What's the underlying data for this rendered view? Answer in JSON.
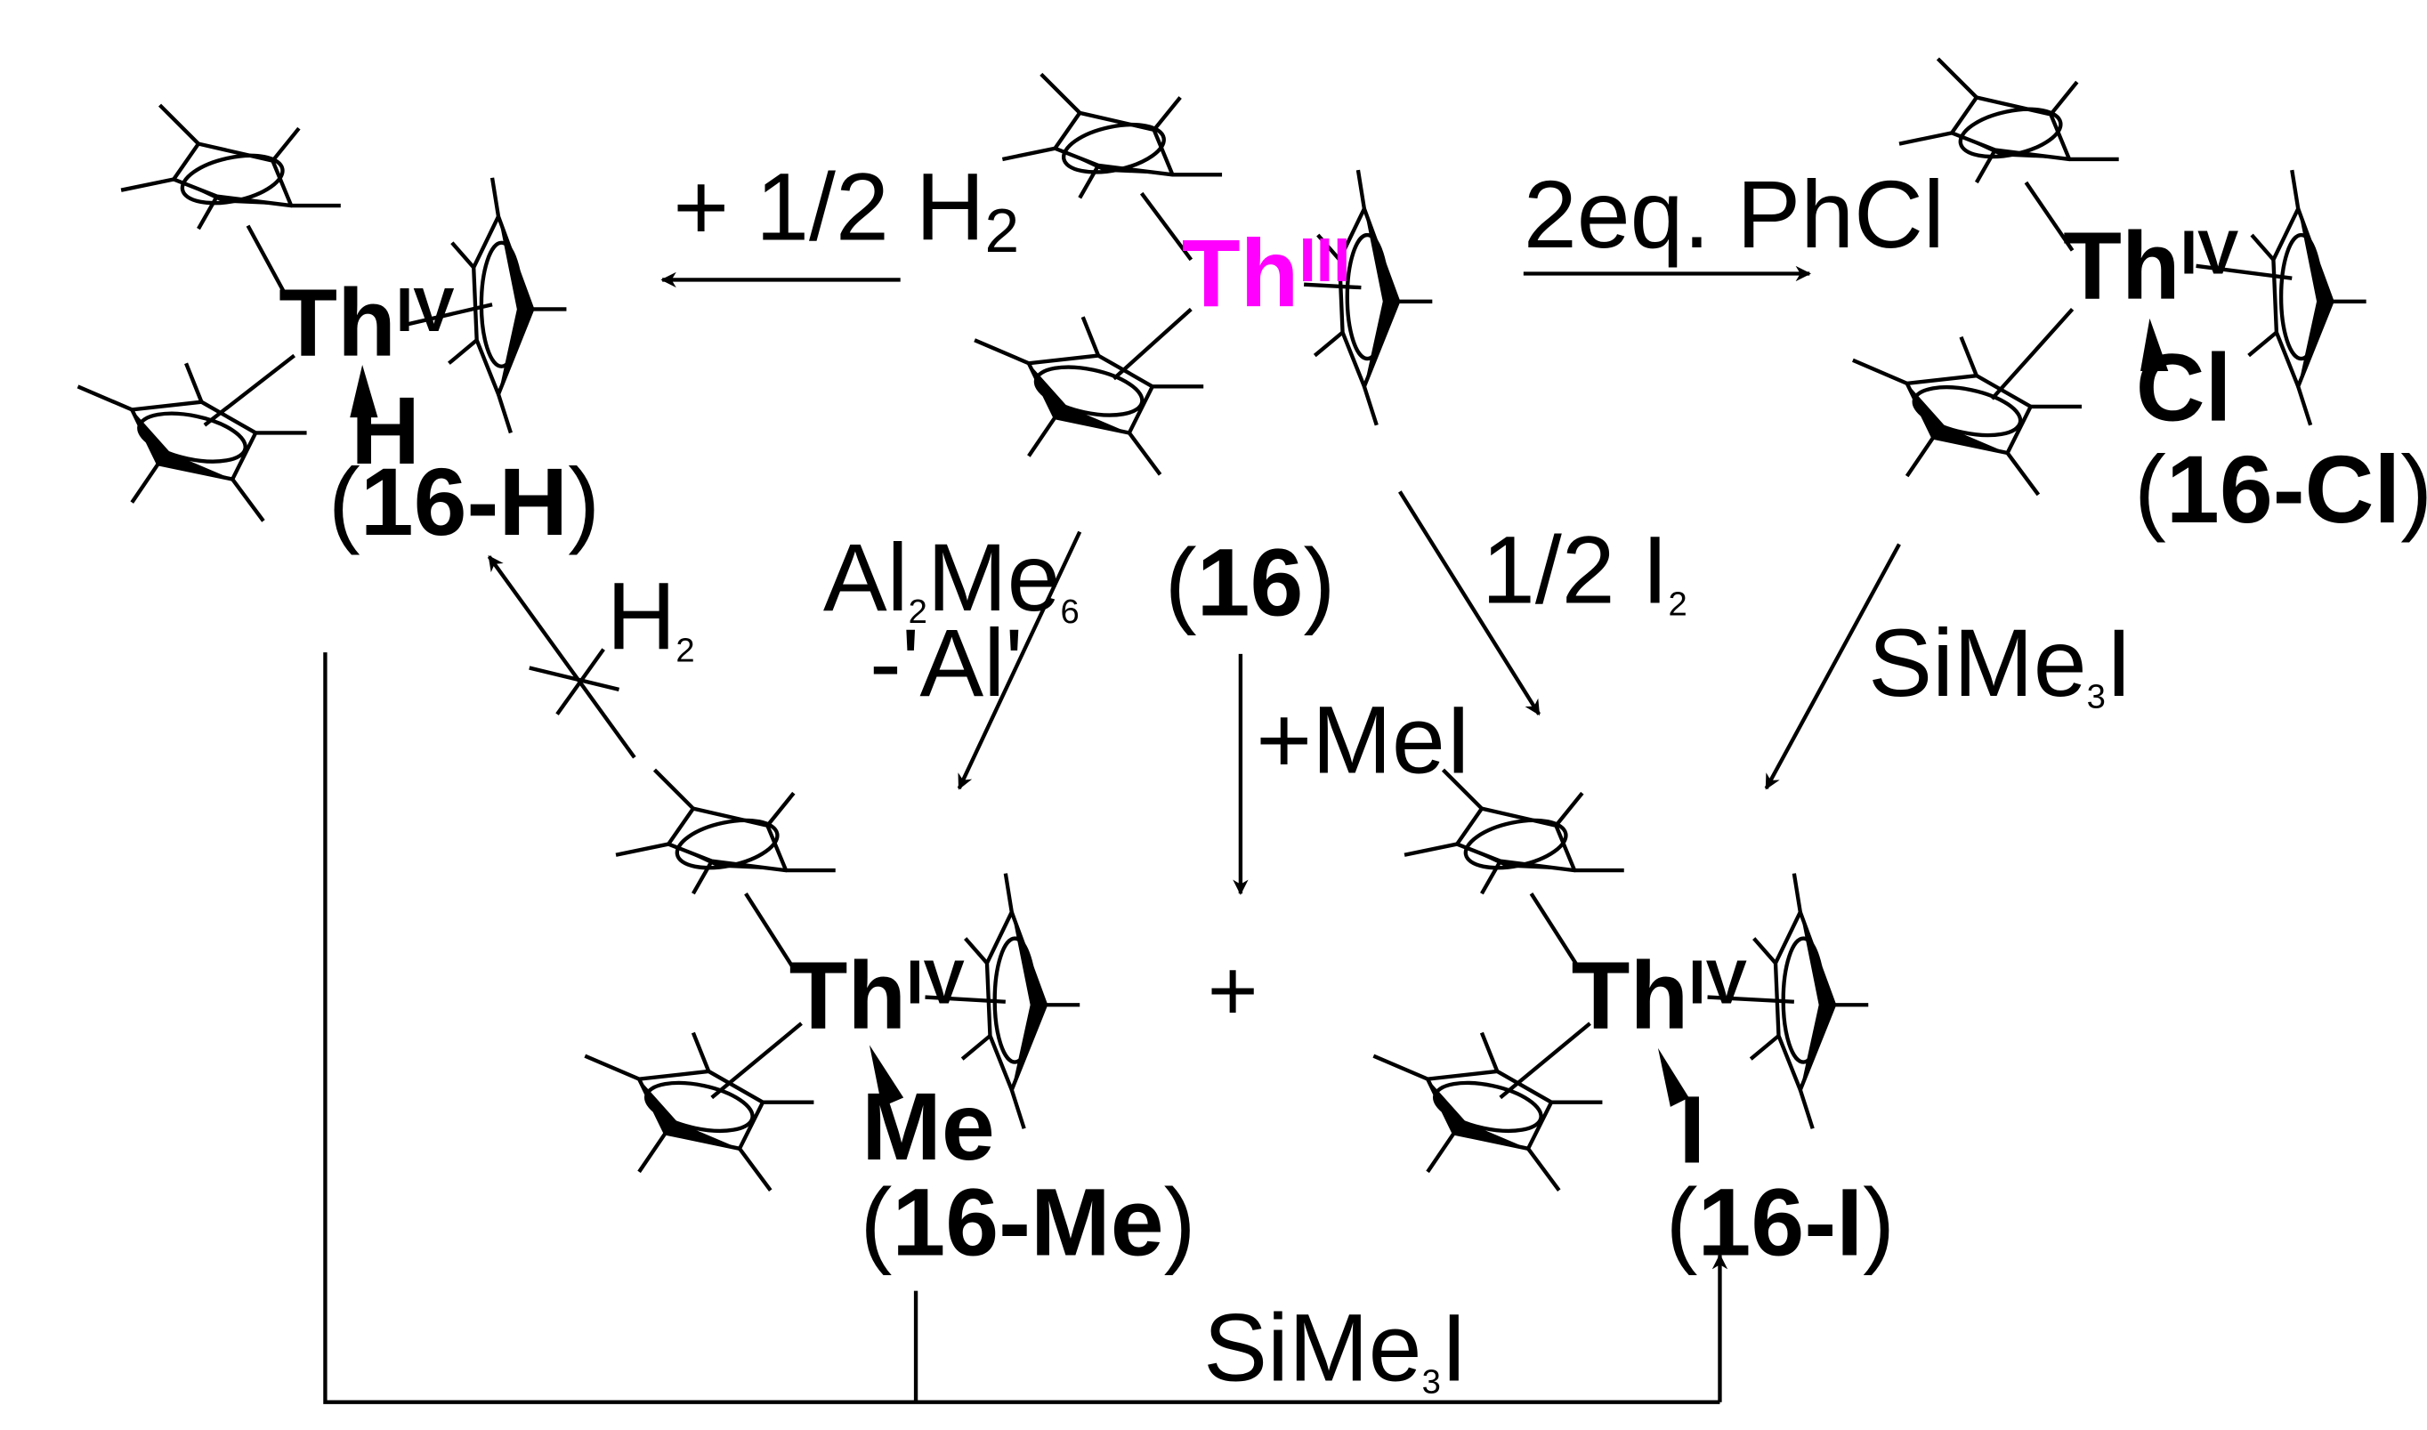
{
  "colors": {
    "ink": "#000000",
    "thorium_iii": "#ff00ff"
  },
  "compounds": {
    "c16": {
      "metal": "Th",
      "ox": "III",
      "label": "16"
    },
    "c16H": {
      "metal": "Th",
      "ox": "IV",
      "ligand": "H",
      "label": "16-H"
    },
    "c16Cl": {
      "metal": "Th",
      "ox": "IV",
      "ligand": "Cl",
      "label": "16-Cl"
    },
    "c16Me": {
      "metal": "Th",
      "ox": "IV",
      "ligand": "Me",
      "label": "16-Me"
    },
    "c16I": {
      "metal": "Th",
      "ox": "IV",
      "ligand": "I",
      "label": "16-I"
    }
  },
  "reagents": {
    "h2_half": {
      "pre": "+ 1/2 H",
      "sub": "2"
    },
    "phcl": "2eq. PhCl",
    "al2me6": {
      "a": "Al",
      "a_sub": "2",
      "b": "Me",
      "b_sub": "6"
    },
    "al_byproduct": "-'Al'",
    "i2_half": {
      "pre": "1/2 I",
      "sub": "2"
    },
    "mei": "+MeI",
    "h2": "H",
    "h2_sub": "2",
    "sime3i_right": {
      "pre": "SiMe",
      "sub": "3",
      "post": "I"
    },
    "sime3i_bottom": {
      "pre": "SiMe",
      "sub": "3",
      "post": "I"
    }
  },
  "plus": "+",
  "paren_open": "(",
  "paren_close": ")"
}
